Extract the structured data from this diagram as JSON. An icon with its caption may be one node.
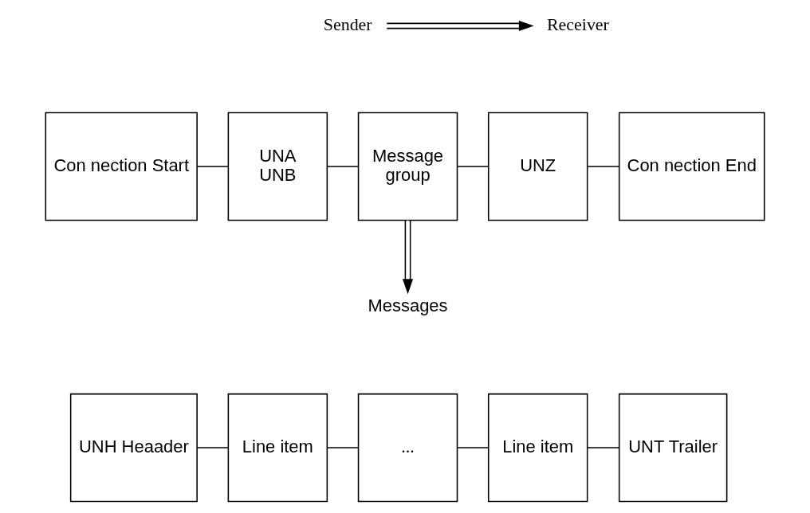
{
  "diagram": {
    "nodes": [
      {
        "text": [
          "Sender"
        ]
      },
      {
        "text": [
          "Receiver"
        ]
      },
      {
        "text": [
          "Con nection Start"
        ]
      },
      {
        "text": [
          "UNA",
          "UNB"
        ]
      },
      {
        "text": [
          "Message",
          "group"
        ]
      },
      {
        "text": [
          "UNZ"
        ]
      },
      {
        "text": [
          "Con nection End"
        ]
      },
      {
        "text": [
          "Messages"
        ]
      },
      {
        "text": [
          "UNH Heaader"
        ]
      },
      {
        "text": [
          "Line item"
        ]
      },
      {
        "text": [
          "..."
        ]
      },
      {
        "text": [
          "Line item"
        ]
      },
      {
        "text": [
          "UNT Trailer"
        ]
      }
    ],
    "edges": [
      {
        "from": 0,
        "to": 1,
        "arrow": "to"
      },
      {
        "from": 2,
        "to": 3,
        "arrow": "none"
      },
      {
        "from": 3,
        "to": 4,
        "arrow": "none"
      },
      {
        "from": 4,
        "to": 5,
        "arrow": "none"
      },
      {
        "from": 5,
        "to": 6,
        "arrow": "none"
      },
      {
        "from": 4,
        "to": 7,
        "arrow": "to"
      },
      {
        "from": 8,
        "to": 9,
        "arrow": "none"
      },
      {
        "from": 9,
        "to": 10,
        "arrow": "none"
      },
      {
        "from": 10,
        "to": 11,
        "arrow": "none"
      },
      {
        "from": 11,
        "to": 12,
        "arrow": "none"
      }
    ]
  }
}
